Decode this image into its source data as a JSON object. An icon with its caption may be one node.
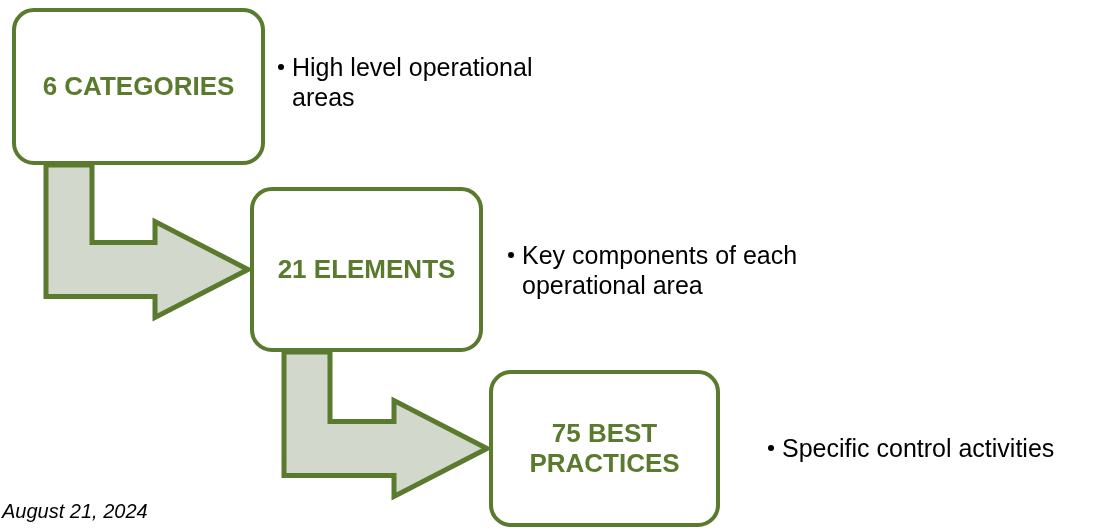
{
  "diagram": {
    "nodes": [
      {
        "text": [
          "6 CATEGORIES"
        ],
        "beside": [
          "High level operational areas"
        ]
      },
      {
        "text": [
          "21 ELEMENTS"
        ],
        "beside": [
          "Key components of each operational area"
        ]
      },
      {
        "text": [
          "75 BEST PRACTICES"
        ],
        "beside": [
          "Specific control activities"
        ]
      }
    ],
    "edges": [
      {
        "from": 0,
        "to": 1,
        "arrow": "to"
      },
      {
        "from": 1,
        "to": 2,
        "arrow": "to"
      }
    ],
    "labels": [
      "August 21, 2024"
    ]
  }
}
